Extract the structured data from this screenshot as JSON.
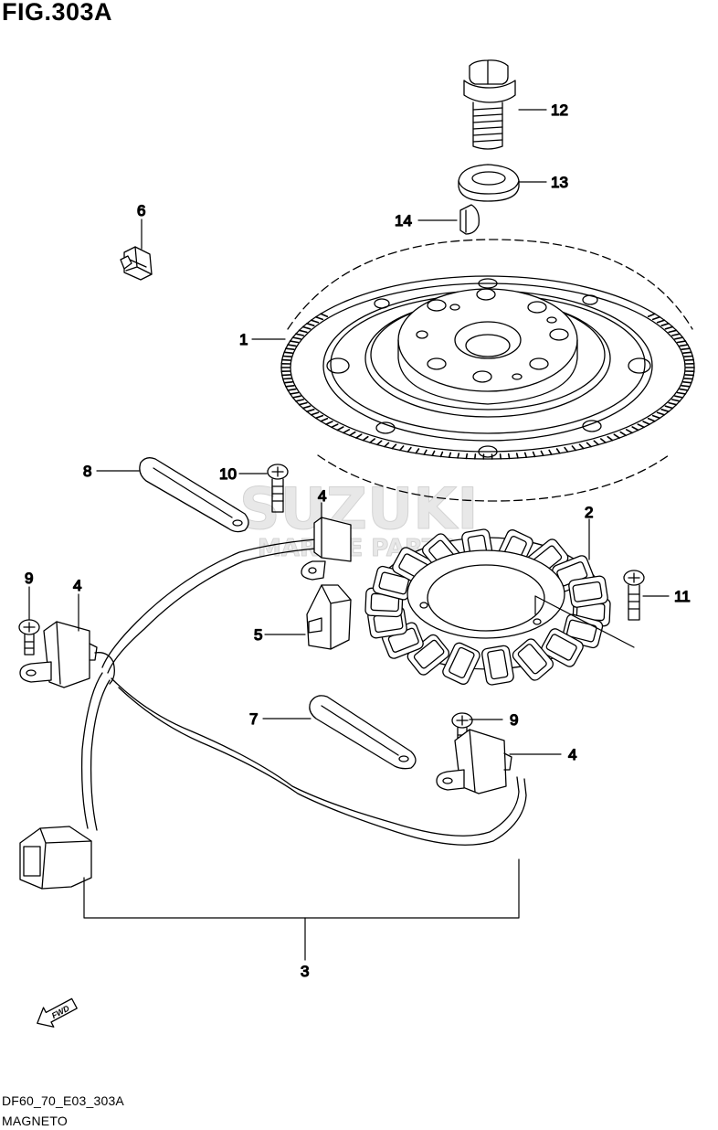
{
  "figure": {
    "title": "FIG.303A",
    "code": "DF60_70_E03_303A",
    "description": "MAGNETO"
  },
  "watermark": {
    "brand": "SUZUKI",
    "subtitle": "MARINE PARTS"
  },
  "fwd_label": "FWD",
  "callouts": [
    {
      "id": "1",
      "label": "1"
    },
    {
      "id": "2",
      "label": "2"
    },
    {
      "id": "3",
      "label": "3"
    },
    {
      "id": "4a",
      "label": "4"
    },
    {
      "id": "4b",
      "label": "4"
    },
    {
      "id": "4c",
      "label": "4"
    },
    {
      "id": "5",
      "label": "5"
    },
    {
      "id": "6",
      "label": "6"
    },
    {
      "id": "7",
      "label": "7"
    },
    {
      "id": "8",
      "label": "8"
    },
    {
      "id": "9a",
      "label": "9"
    },
    {
      "id": "9b",
      "label": "9"
    },
    {
      "id": "10",
      "label": "10"
    },
    {
      "id": "11",
      "label": "11"
    },
    {
      "id": "12",
      "label": "12"
    },
    {
      "id": "13",
      "label": "13"
    },
    {
      "id": "14",
      "label": "14"
    }
  ]
}
